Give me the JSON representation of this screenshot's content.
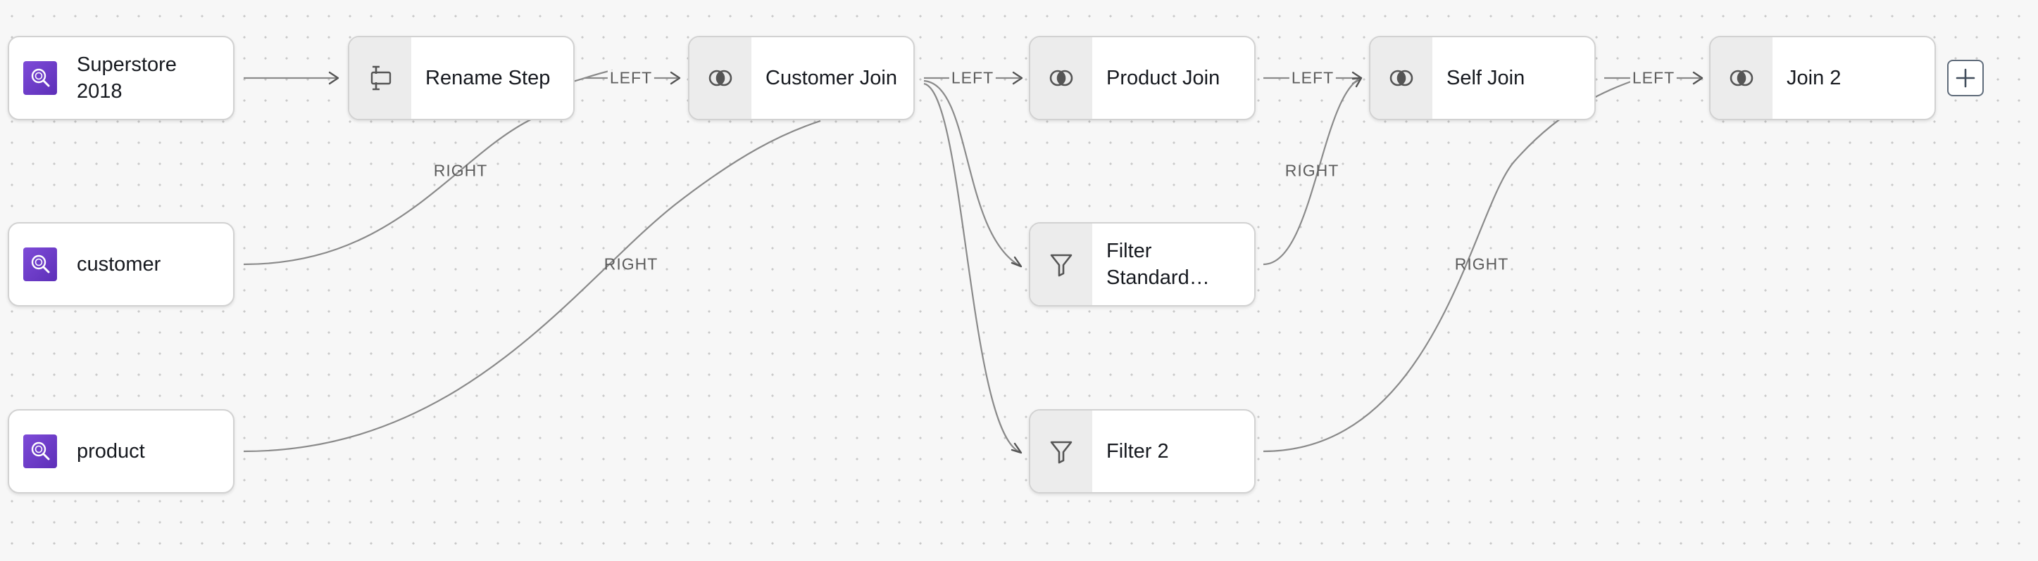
{
  "canvas": {
    "background_color": "#f7f7f7",
    "grid": "dotted"
  },
  "nodes": {
    "superstore": {
      "label": "Superstore 2018",
      "kind": "dataset",
      "icon": "dataset-icon"
    },
    "customer": {
      "label": "customer",
      "kind": "dataset",
      "icon": "dataset-icon"
    },
    "product": {
      "label": "product",
      "kind": "dataset",
      "icon": "dataset-icon"
    },
    "rename_step": {
      "label": "Rename Step",
      "kind": "rename",
      "icon": "rename-icon"
    },
    "customer_join": {
      "label": "Customer Join",
      "kind": "join",
      "icon": "join-icon"
    },
    "product_join": {
      "label": "Product Join",
      "kind": "join",
      "icon": "join-icon"
    },
    "filter_standard": {
      "label": "Filter Standard…",
      "kind": "filter",
      "icon": "filter-icon"
    },
    "filter_2": {
      "label": "Filter 2",
      "kind": "filter",
      "icon": "filter-icon"
    },
    "self_join": {
      "label": "Self Join",
      "kind": "join",
      "icon": "join-icon"
    },
    "join_2": {
      "label": "Join 2",
      "kind": "join",
      "icon": "join-icon"
    }
  },
  "edge_labels": {
    "left": "LEFT",
    "right": "RIGHT"
  },
  "add_step": {
    "icon": "plus-icon",
    "tooltip": ""
  },
  "colors": {
    "dataset_icon": "#6a3bc8",
    "edge": "#8a8a8a",
    "node_border": "#d2d2d2"
  }
}
